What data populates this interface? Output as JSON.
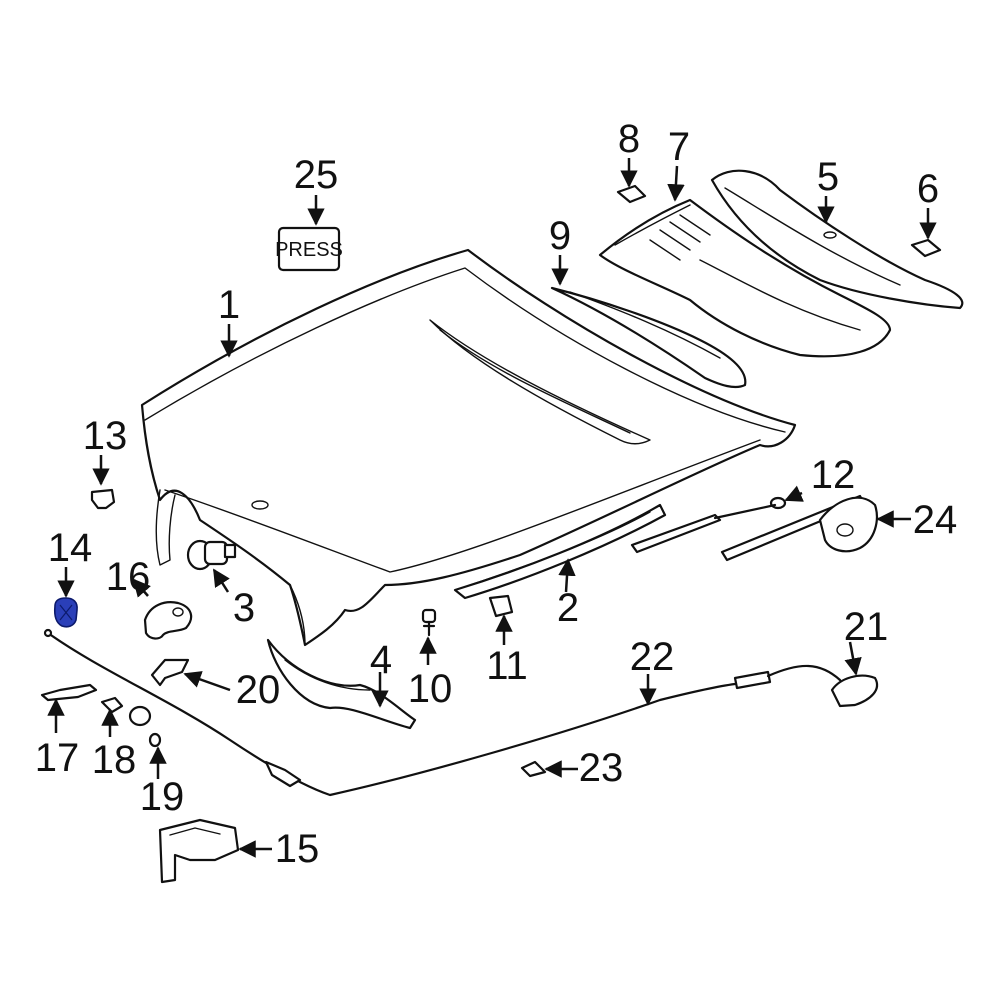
{
  "diagram": {
    "highlight_color": "#2a3fb8",
    "highlighted_part": "14",
    "press_label": "PRESS",
    "callouts": {
      "c1": "1",
      "c2": "2",
      "c3": "3",
      "c4": "4",
      "c5": "5",
      "c6": "6",
      "c7": "7",
      "c8": "8",
      "c9": "9",
      "c10": "10",
      "c11": "11",
      "c12": "12",
      "c13": "13",
      "c14": "14",
      "c15": "15",
      "c16": "16",
      "c17": "17",
      "c18": "18",
      "c19": "19",
      "c20": "20",
      "c21": "21",
      "c22": "22",
      "c23": "23",
      "c24": "24",
      "c25": "25"
    }
  }
}
